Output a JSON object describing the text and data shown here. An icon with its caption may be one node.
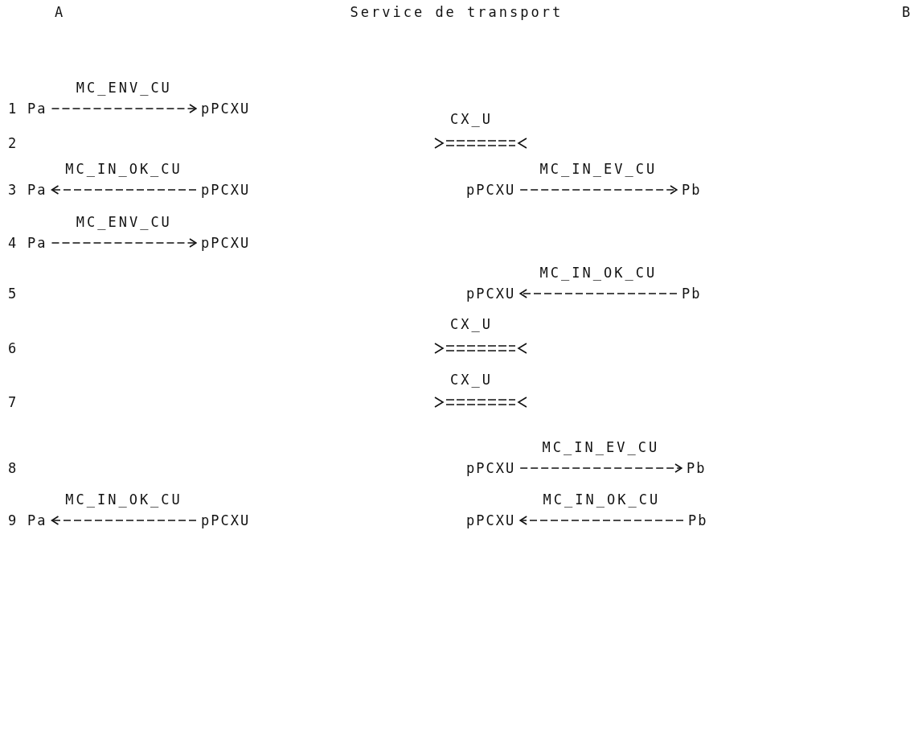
{
  "diagram": {
    "title": "Service de transport",
    "nodes": [
      {
        "text": [
          "Pa"
        ]
      },
      {
        "text": [
          "pPCXU"
        ]
      },
      {
        "text": [
          "Pa"
        ]
      },
      {
        "text": [
          "pPCXU"
        ]
      },
      {
        "text": [
          "pPCXU"
        ]
      },
      {
        "text": [
          "Pb"
        ]
      },
      {
        "text": [
          "Pa"
        ]
      },
      {
        "text": [
          "pPCXU"
        ]
      },
      {
        "text": [
          "pPCXU"
        ]
      },
      {
        "text": [
          "Pb"
        ]
      },
      {
        "text": [
          "pPCXU"
        ]
      },
      {
        "text": [
          "Pb"
        ]
      },
      {
        "text": [
          "Pa"
        ]
      },
      {
        "text": [
          "pPCXU"
        ]
      },
      {
        "text": [
          "pPCXU"
        ]
      },
      {
        "text": [
          "Pb"
        ]
      }
    ],
    "edges": [
      {
        "from": 0,
        "to": 1,
        "arrow": "to",
        "style": "dashed",
        "label": "MC_ENV_CU"
      },
      {
        "from": 3,
        "to": 2,
        "arrow": "to",
        "style": "dashed",
        "label": "MC_IN_OK_CU"
      },
      {
        "from": 4,
        "to": 5,
        "arrow": "to",
        "style": "dashed",
        "label": "MC_IN_EV_CU"
      },
      {
        "from": 6,
        "to": 7,
        "arrow": "to",
        "style": "dashed",
        "label": "MC_ENV_CU"
      },
      {
        "from": 9,
        "to": 8,
        "arrow": "to",
        "style": "dashed",
        "label": "MC_IN_OK_CU"
      },
      {
        "from": 10,
        "to": 11,
        "arrow": "to",
        "style": "dashed",
        "label": "MC_IN_EV_CU"
      },
      {
        "from": 13,
        "to": 12,
        "arrow": "to",
        "style": "dashed",
        "label": "MC_IN_OK_CU"
      },
      {
        "from": 15,
        "to": 14,
        "arrow": "to",
        "style": "dashed",
        "label": "MC_IN_OK_CU"
      }
    ],
    "labels": [
      "A",
      "B",
      "1",
      "CX_U",
      "2",
      "3",
      "4",
      "5",
      "CX_U",
      "6",
      "CX_U",
      "7",
      "8",
      "9"
    ]
  }
}
